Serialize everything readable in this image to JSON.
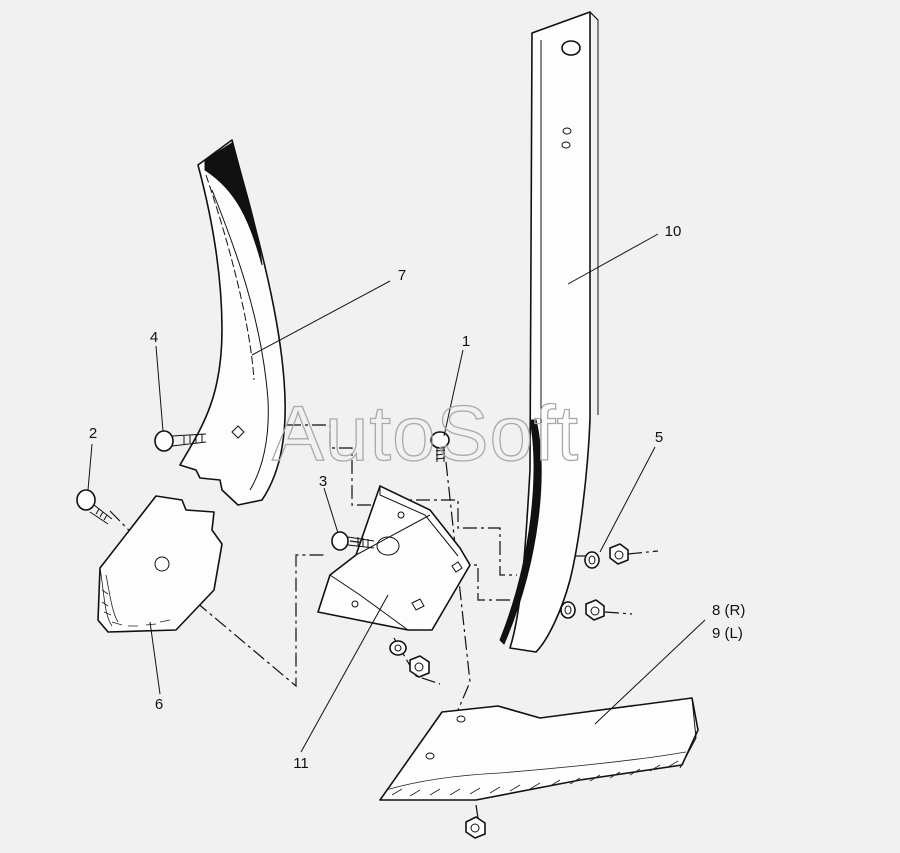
{
  "watermark": "AutoSoft",
  "callouts": [
    {
      "id": "1",
      "text": "1"
    },
    {
      "id": "2",
      "text": "2"
    },
    {
      "id": "3",
      "text": "3"
    },
    {
      "id": "4",
      "text": "4"
    },
    {
      "id": "5",
      "text": "5"
    },
    {
      "id": "6",
      "text": "6"
    },
    {
      "id": "7",
      "text": "7"
    },
    {
      "id": "8",
      "text": "8 (R)"
    },
    {
      "id": "9",
      "text": "9 (L)"
    },
    {
      "id": "10",
      "text": "10"
    },
    {
      "id": "11",
      "text": "11"
    }
  ]
}
